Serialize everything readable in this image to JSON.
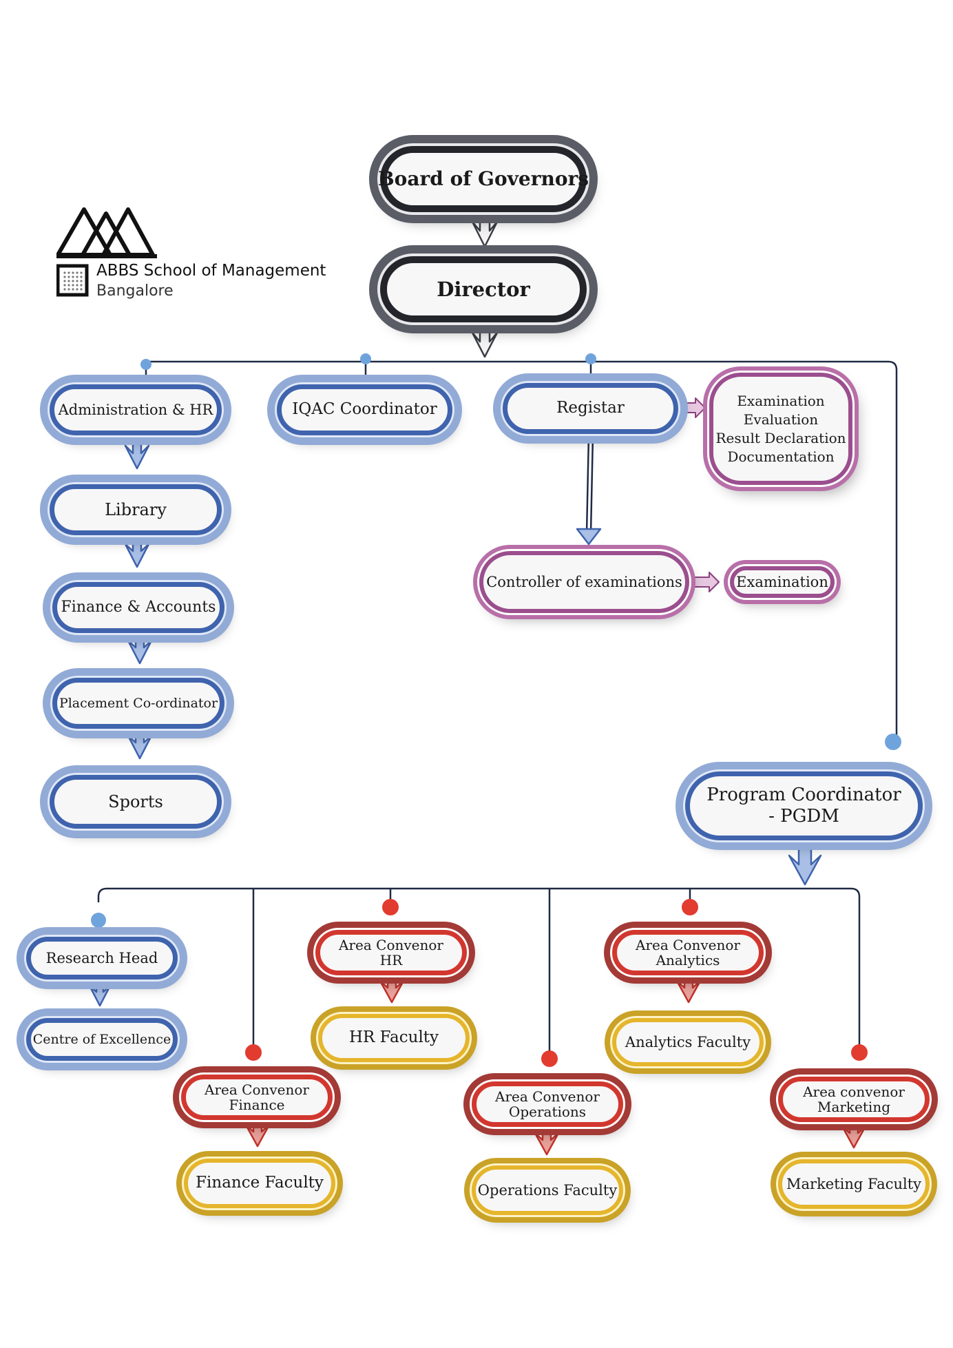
{
  "org": {
    "board": "Board of Governors",
    "director": "Director",
    "admin_hr": "Administration & HR",
    "library": "Library",
    "finance_accounts": "Finance & Accounts",
    "placement": "Placement Co-ordinator",
    "sports": "Sports",
    "iqac": "IQAC Coordinator",
    "registrar": "Registar",
    "exam_box": [
      "Examination",
      "Evaluation",
      "Result Declaration",
      "Documentation"
    ],
    "controller": "Controller of examinations",
    "examination": "Examination",
    "program_coordinator": [
      "Program Coordinator",
      "- PGDM"
    ],
    "research_head": "Research Head",
    "centre_excellence": "Centre of Excellence",
    "area_hr": [
      "Area Convenor",
      "HR"
    ],
    "hr_faculty": "HR Faculty",
    "area_analytics": [
      "Area Convenor",
      "Analytics"
    ],
    "analytics_faculty": "Analytics Faculty",
    "area_finance": [
      "Area Convenor",
      "Finance"
    ],
    "finance_faculty": "Finance Faculty",
    "area_operations": [
      "Area Convenor",
      "Operations"
    ],
    "operations_faculty": "Operations Faculty",
    "area_marketing": [
      "Area convenor",
      "Marketing"
    ],
    "marketing_faculty": "Marketing Faculty"
  },
  "logo": {
    "name": "ABBS School of Management",
    "city": "Bangalore"
  },
  "colors": {
    "blue": "#3f63ad",
    "red": "#d2372f",
    "yellow": "#e5b52c",
    "purple": "#9b4e8e",
    "dark": "#23252b",
    "connector": "#1f2a44",
    "dot_blue": "#6fa3dc",
    "dot_red": "#e23b2f"
  }
}
